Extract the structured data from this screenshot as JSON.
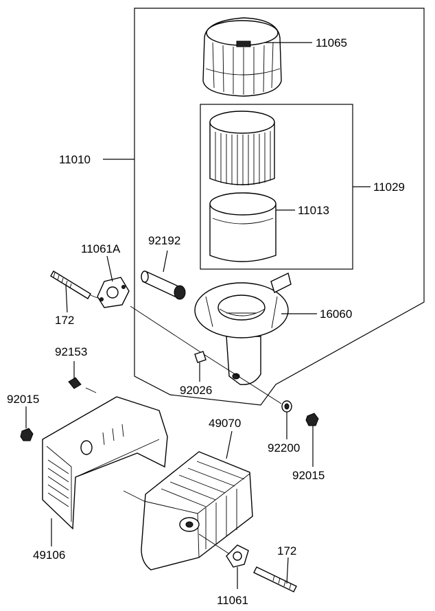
{
  "callouts": {
    "c11065": "11065",
    "c11010": "11010",
    "c11029": "11029",
    "c11013": "11013",
    "c92192": "92192",
    "c11061A": "11061A",
    "c16060": "16060",
    "c172a": "172",
    "c92153": "92153",
    "c92026": "92026",
    "c92015a": "92015",
    "c49070": "49070",
    "c92200": "92200",
    "c92015b": "92015",
    "c49106": "49106",
    "c172b": "172",
    "c11061": "11061"
  }
}
